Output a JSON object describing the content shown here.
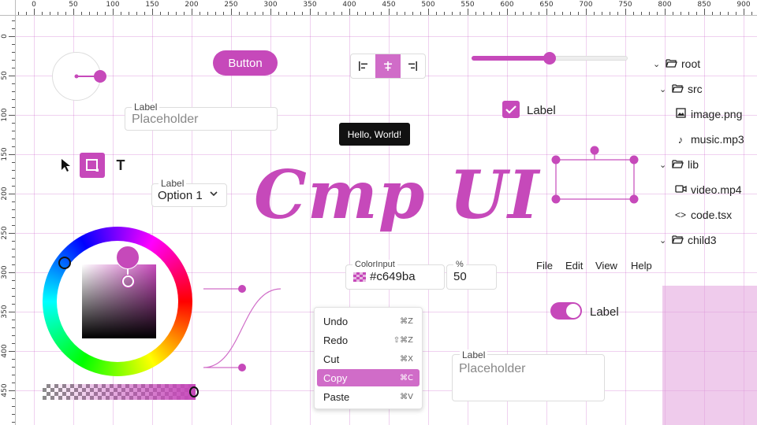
{
  "ruler": {
    "top_labels": [
      "0",
      "50",
      "100",
      "150",
      "200",
      "250",
      "300",
      "350",
      "400",
      "450",
      "500",
      "550",
      "600",
      "650",
      "700",
      "750",
      "800",
      "850",
      "900"
    ],
    "left_labels": [
      "0",
      "50",
      "100",
      "150",
      "200",
      "250",
      "300",
      "350",
      "400",
      "450"
    ]
  },
  "button": {
    "label": "Button"
  },
  "text_field_1": {
    "label": "Label",
    "placeholder": "Placeholder"
  },
  "tools": {
    "pointer_icon": "cursor-arrow-icon",
    "rect_icon": "rectangle-icon",
    "text_icon": "text-tool-icon",
    "text_glyph": "T"
  },
  "align_group": {
    "icons": [
      "align-left-icon",
      "align-center-icon",
      "align-right-icon"
    ],
    "active_index": 1
  },
  "tooltip": {
    "text": "Hello, World!"
  },
  "title": {
    "text": "Cmp UI"
  },
  "slider": {
    "value_fraction": 0.5
  },
  "checkbox": {
    "label": "Label",
    "checked": true
  },
  "tree": {
    "items": [
      {
        "label": "root",
        "icon": "folder-open-icon",
        "expanded": true
      },
      {
        "label": "src",
        "icon": "folder-open-icon",
        "expanded": true
      },
      {
        "label": "image.png",
        "icon": "image-file-icon"
      },
      {
        "label": "music.mp3",
        "icon": "music-file-icon"
      },
      {
        "label": "lib",
        "icon": "folder-open-icon",
        "expanded": true
      },
      {
        "label": "video.mp4",
        "icon": "video-file-icon"
      },
      {
        "label": "code.tsx",
        "icon": "code-file-icon"
      },
      {
        "label": "child3",
        "icon": "folder-open-icon",
        "expanded": true
      }
    ]
  },
  "select": {
    "label": "Label",
    "value": "Option 1"
  },
  "color_input": {
    "label": "ColorInput",
    "value": "#c649ba",
    "percent_label": "%",
    "percent_value": "50"
  },
  "menubar": {
    "items": [
      "File",
      "Edit",
      "View",
      "Help"
    ]
  },
  "toggle": {
    "label": "Label",
    "on": true
  },
  "context_menu": {
    "items": [
      {
        "label": "Undo",
        "shortcut": "⌘Z"
      },
      {
        "label": "Redo",
        "shortcut": "⇧⌘Z"
      },
      {
        "label": "Cut",
        "shortcut": "⌘X"
      },
      {
        "label": "Copy",
        "shortcut": "⌘C",
        "active": true
      },
      {
        "label": "Paste",
        "shortcut": "⌘V"
      }
    ]
  },
  "text_field_2": {
    "label": "Label",
    "placeholder": "Placeholder"
  },
  "colors": {
    "accent": "#c649ba",
    "accent_light": "#d06cc8",
    "grid": "#e6b7e1"
  }
}
